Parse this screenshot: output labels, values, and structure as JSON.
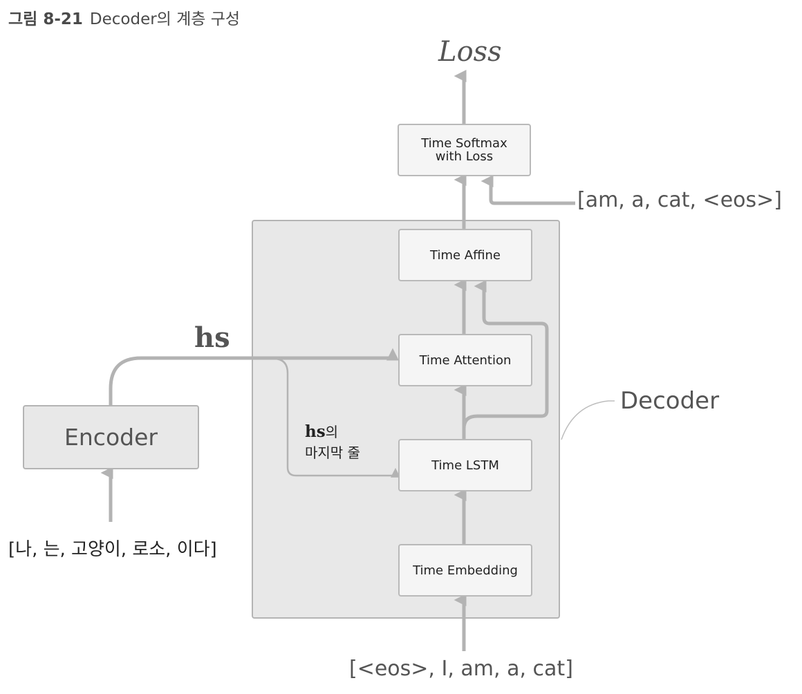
{
  "caption": {
    "number": "그림 8-21",
    "title": "Decoder의 계층 구성"
  },
  "output_label": "Loss",
  "decoder_label": "Decoder",
  "encoder_label": "Encoder",
  "hs_label": "hs",
  "hs_last_row": {
    "bold": "hs",
    "suffix": "의",
    "line2": "마지막 줄"
  },
  "layers": {
    "softmax": "Time Softmax\nwith Loss",
    "affine": "Time Affine",
    "attention": "Time Attention",
    "lstm": "Time LSTM",
    "embedding": "Time Embedding"
  },
  "sequences": {
    "target": "[am, a, cat, <eos>]",
    "decoder_input": "[<eos>, I, am, a, cat]",
    "encoder_input": "[나, 는, 고양이, 로소, 이다]"
  },
  "colors": {
    "arrow": "#b3b3b3",
    "frame": "#e8e8e8",
    "layer": "#f5f5f5"
  }
}
